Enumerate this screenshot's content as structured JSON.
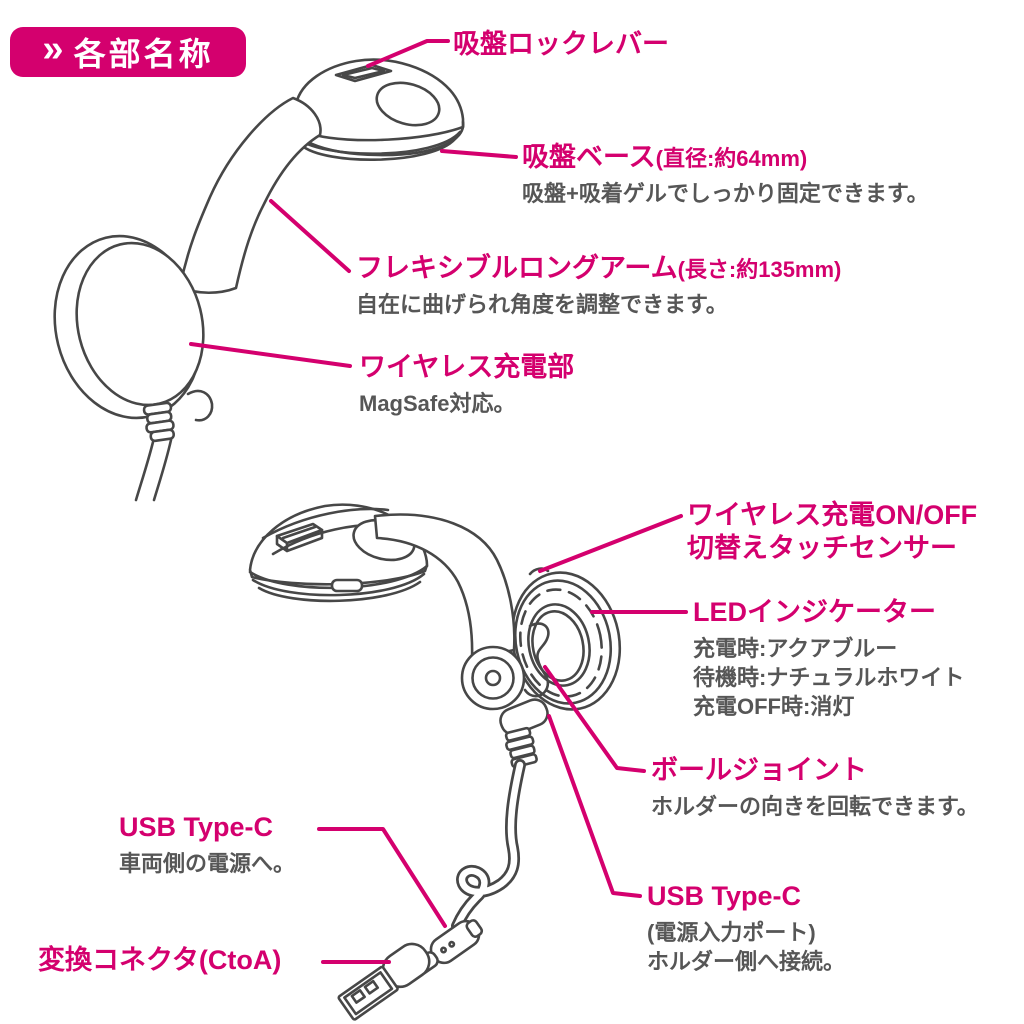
{
  "header": {
    "badge_icon": "»",
    "badge_label": "各部名称"
  },
  "colors": {
    "magenta": "#d4006e",
    "gray_text": "#565656",
    "line_art": "#474747",
    "background": "#ffffff"
  },
  "labels": {
    "lock_lever": {
      "title": "吸盤ロックレバー"
    },
    "suction_base": {
      "title": "吸盤ベース",
      "title_suffix": "(直径:約64mm)",
      "desc": "吸盤+吸着ゲルでしっかり固定できます。"
    },
    "arm": {
      "title": "フレキシブルロングアーム",
      "title_suffix": "(長さ:約135mm)",
      "desc": "自在に曲げられ角度を調整できます。"
    },
    "wireless_pad": {
      "title": "ワイヤレス充電部",
      "desc": "MagSafe対応。"
    },
    "touch_sensor": {
      "title_line1": "ワイヤレス充電ON/OFF",
      "title_line2": "切替えタッチセンサー"
    },
    "led": {
      "title": "LEDインジケーター",
      "desc_line1": "充電時:アクアブルー",
      "desc_line2": "待機時:ナチュラルホワイト",
      "desc_line3": "充電OFF時:消灯"
    },
    "ball_joint": {
      "title": "ボールジョイント",
      "desc": "ホルダーの向きを回転できます。"
    },
    "usb_c_input": {
      "title": "USB Type-C",
      "desc_line1": "(電源入力ポート)",
      "desc_line2": "ホルダー側へ接続。"
    },
    "usb_c_power": {
      "title": "USB Type-C",
      "desc": "車両側の電源へ。"
    },
    "adapter": {
      "title": "変換コネクタ(CtoA)"
    }
  },
  "illustrations": {
    "top": "suction-mount-with-flexible-arm-and-wireless-charging-pad",
    "bottom": "suction-mount-rear-view-with-led-ring-ball-joint-and-usb-cable"
  }
}
